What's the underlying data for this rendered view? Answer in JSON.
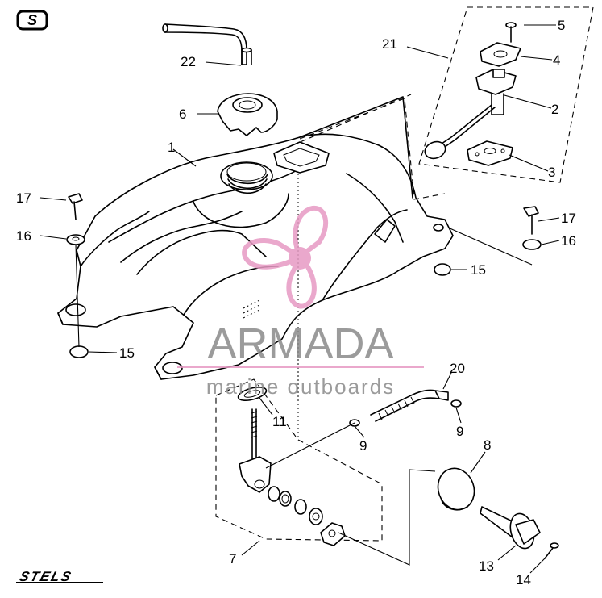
{
  "brand_badge": "S",
  "footer_logo": "STELS",
  "watermark": {
    "title": "ARMADA",
    "subtitle": "marine outboards",
    "title_color": "#8a8a8a",
    "accent_color": "#e79ac4"
  },
  "callouts": [
    "1",
    "2",
    "3",
    "4",
    "5",
    "6",
    "7",
    "8",
    "9",
    "9",
    "11",
    "13",
    "14",
    "15",
    "15",
    "16",
    "16",
    "17",
    "17",
    "20",
    "21",
    "22"
  ]
}
